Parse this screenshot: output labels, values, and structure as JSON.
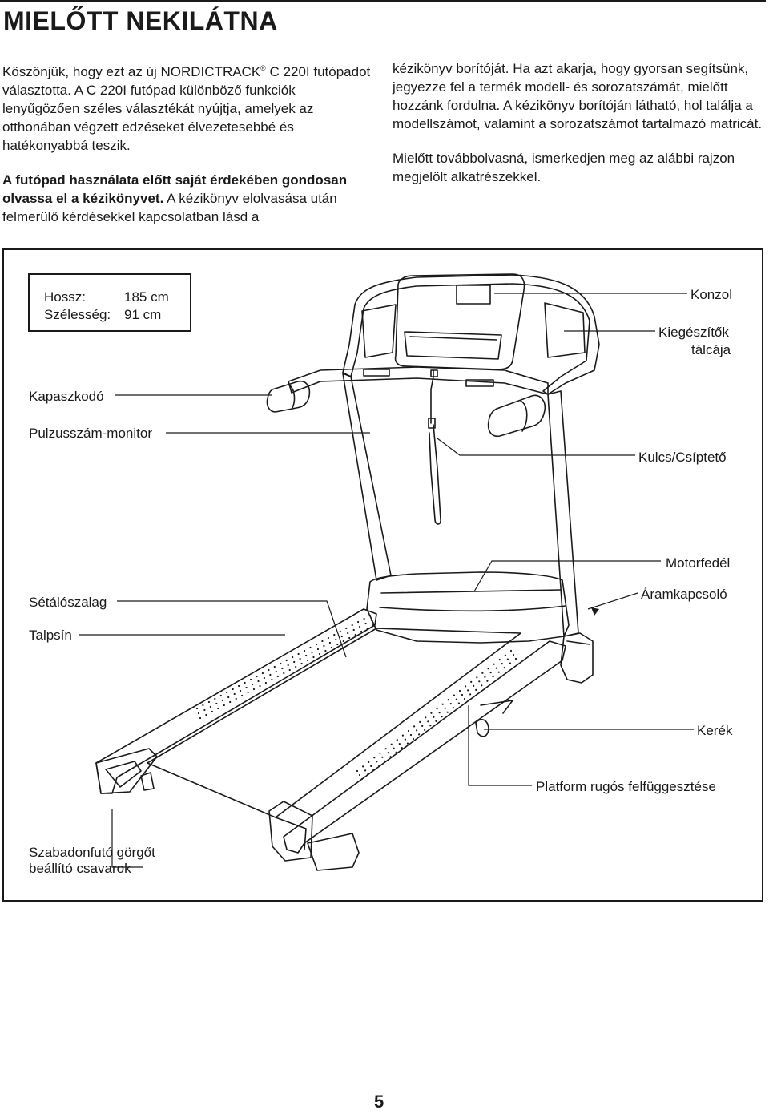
{
  "title": "MIELŐTT NEKILÁTNA",
  "left_column": {
    "p1_a": "Köszönjük, hogy ezt az új NORDICTRACK",
    "p1_reg": "®",
    "p1_b": " C 220I futópadot választotta. A C 220I futópad különböző funkciók lenyűgözően széles választékát nyújtja, amelyek az otthonában végzett edzéseket élvezetesebbé és hatékonyabbá teszik.",
    "p2_bold": "A futópad használata előtt saját érdekében gondosan olvassa el a kézikönyvet.",
    "p2_rest": " A kézikönyv elolvasása után felmerülő kérdésekkel kapcsolatban lásd a"
  },
  "right_column": {
    "p1": "kézikönyv borítóját. Ha azt akarja, hogy gyorsan segítsünk, jegyezze fel a termék modell- és sorozatszámát, mielőtt hozzánk fordulna. A kézikönyv borítóján látható, hol találja a modellszámot, valamint a sorozatszámot tartalmazó matricát.",
    "p2": "Mielőtt továbbolvasná, ismerkedjen meg az alábbi rajzon megjelölt alkatrészekkel."
  },
  "dimensions": {
    "length_label": "Hossz:",
    "length_value": "185 cm",
    "width_label": "Szélesség:",
    "width_value": "91 cm"
  },
  "labels": {
    "console": "Konzol",
    "accessory_tray": "Kiegészítők",
    "accessory_tray_2": "tálcája",
    "handrail": "Kapaszkodó",
    "pulse_monitor": "Pulzusszám-monitor",
    "key_clip": "Kulcs/Csíptető",
    "motor_hood": "Motorfedél",
    "walking_belt": "Sétálószalag",
    "power_switch": "Áramkapcsoló",
    "foot_rail": "Talpsín",
    "wheel": "Kerék",
    "cushioning": "Platform rugós felfüggesztése",
    "idler_bolts": "Szabadonfutó görgőt",
    "idler_bolts_2": "beállító csavarok"
  },
  "page_number": "5"
}
